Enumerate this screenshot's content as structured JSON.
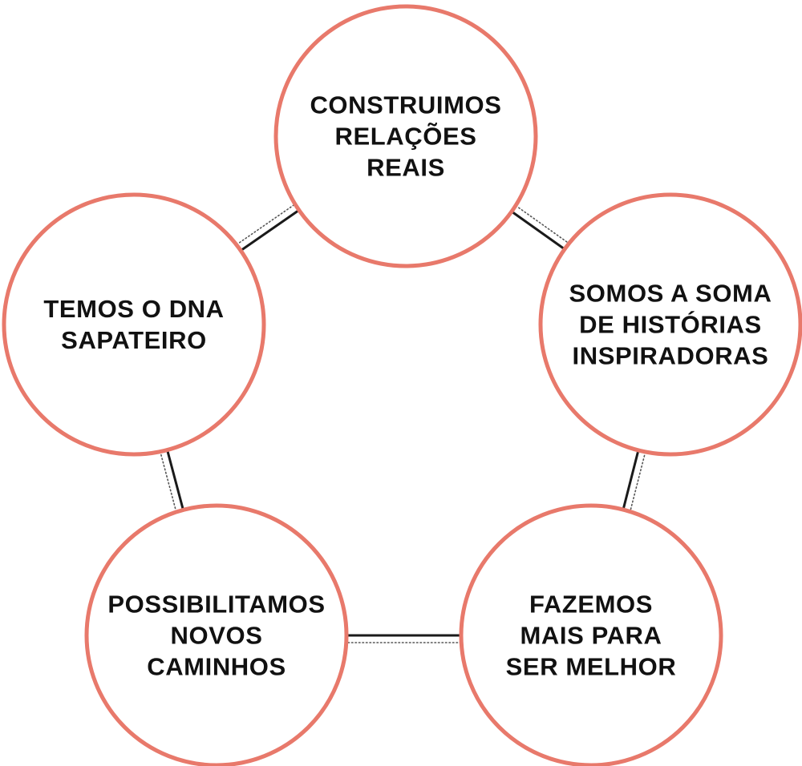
{
  "colors": {
    "circle_stroke": "#e8796b",
    "connector": "#1a1a1a",
    "text": "#111111",
    "background": "#ffffff"
  },
  "nodes": [
    {
      "id": "construimos",
      "lines": [
        "CONSTRUIMOS",
        "RELAÇÕES",
        "REAIS"
      ]
    },
    {
      "id": "somos",
      "lines": [
        "SOMOS A SOMA",
        "DE HISTÓRIAS",
        "INSPIRADORAS"
      ]
    },
    {
      "id": "fazemos",
      "lines": [
        "FAZEMOS",
        "MAIS PARA",
        "SER MELHOR"
      ]
    },
    {
      "id": "possibilitamos",
      "lines": [
        "POSSIBILITAMOS",
        "NOVOS",
        "CAMINHOS"
      ]
    },
    {
      "id": "temos",
      "lines": [
        "TEMOS O DNA",
        "SAPATEIRO"
      ]
    }
  ]
}
